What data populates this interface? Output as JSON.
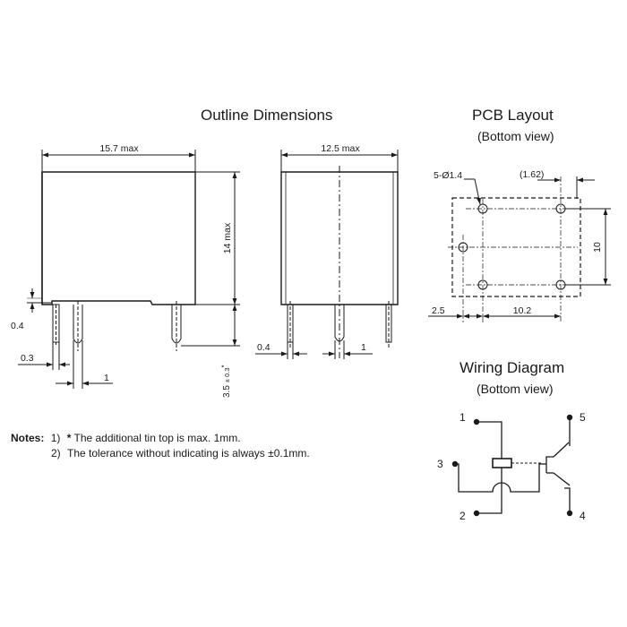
{
  "titles": {
    "outline": "Outline Dimensions",
    "pcb": "PCB Layout",
    "pcb_sub": "(Bottom view)",
    "wiring": "Wiring Diagram",
    "wiring_sub": "(Bottom view)"
  },
  "dimensions": {
    "front_width": "15.7 max",
    "height": "14 max",
    "pin_thk_front": "0.4",
    "pin_offset": "0.3",
    "pin_pitch_front": "1",
    "pin_length_base": "3.5",
    "pin_length_tol": "± 0.3",
    "pin_length_star": "*",
    "side_width": "12.5 max",
    "pin_thk_side": "0.4",
    "pin_pitch_side": "1"
  },
  "pcb": {
    "holes": "5-Ø1.4",
    "offset_top": "(1.62)",
    "height": "10",
    "left_offset": "2.5",
    "spacing": "10.2"
  },
  "wiring": {
    "pins": [
      "1",
      "2",
      "3",
      "4",
      "5"
    ]
  },
  "notes": {
    "label": "Notes:",
    "n1_num": "1)",
    "n1_star": "*",
    "n1_text": "The additional tin top is max. 1mm.",
    "n2_num": "2)",
    "n2_text": "The tolerance without indicating is always ±0.1mm."
  },
  "colors": {
    "line": "#1a1a1a",
    "background": "#ffffff"
  }
}
